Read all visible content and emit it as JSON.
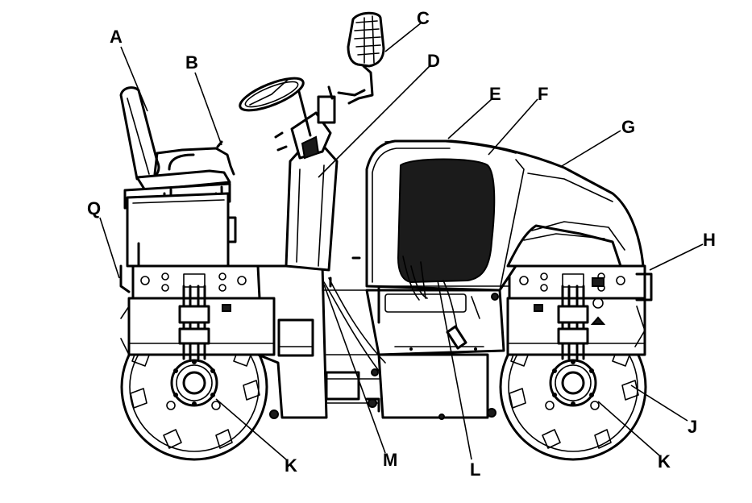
{
  "diagram": {
    "labels": [
      "A",
      "B",
      "C",
      "D",
      "E",
      "F",
      "G",
      "H",
      "J",
      "K",
      "K",
      "L",
      "M",
      "Q"
    ]
  }
}
